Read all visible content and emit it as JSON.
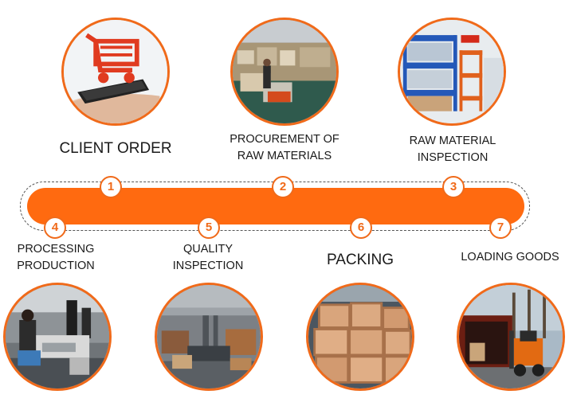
{
  "steps": [
    {
      "number": "1",
      "label_lines": [
        "CLIENT ORDER"
      ],
      "photo": "shopping-cart-on-phone-photo"
    },
    {
      "number": "2",
      "label_lines": [
        "PROCUREMENT OF",
        "RAW MATERIALS"
      ],
      "photo": "warehouse-forklift-photo"
    },
    {
      "number": "3",
      "label_lines": [
        "RAW MATERIAL",
        "INSPECTION"
      ],
      "photo": "storage-racks-photo"
    },
    {
      "number": "4",
      "label_lines": [
        "PROCESSING",
        "PRODUCTION"
      ],
      "photo": "sewing-workshop-photo"
    },
    {
      "number": "5",
      "label_lines": [
        "QUALITY",
        "INSPECTION"
      ],
      "photo": "factory-floor-photo"
    },
    {
      "number": "6",
      "label_lines": [
        "PACKING"
      ],
      "photo": "wooden-crates-photo"
    },
    {
      "number": "7",
      "label_lines": [
        "LOADING GOODS"
      ],
      "photo": "container-loading-photo"
    }
  ],
  "colors": {
    "accent": "#ff6a10",
    "ring": "#f06a1a"
  }
}
